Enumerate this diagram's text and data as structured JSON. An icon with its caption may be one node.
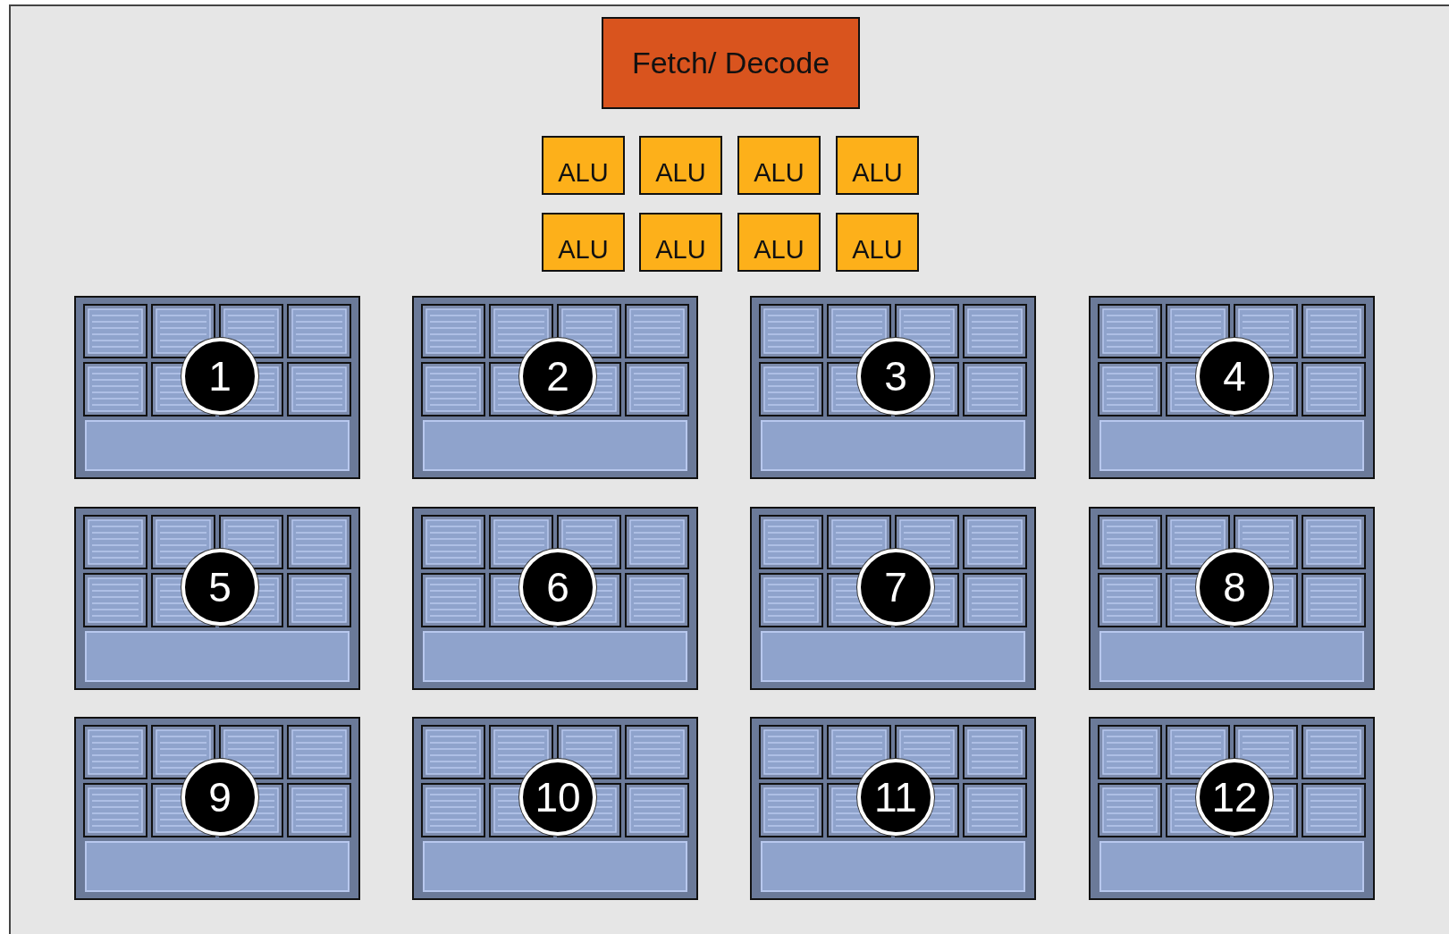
{
  "diagram": {
    "nodes": [
      {
        "text": [
          "Fetch/ Decode"
        ]
      },
      {
        "text": [
          "ALU"
        ]
      },
      {
        "text": [
          "ALU"
        ]
      },
      {
        "text": [
          "ALU"
        ]
      },
      {
        "text": [
          "ALU"
        ]
      },
      {
        "text": [
          "ALU"
        ]
      },
      {
        "text": [
          "ALU"
        ]
      },
      {
        "text": [
          "ALU"
        ]
      },
      {
        "text": [
          "ALU"
        ]
      },
      {
        "text": [],
        "shape": "box"
      },
      {
        "text": [
          "1"
        ],
        "in": 9
      },
      {
        "text": [],
        "shape": "box"
      },
      {
        "text": [
          "2"
        ],
        "in": 11
      },
      {
        "text": [],
        "shape": "box"
      },
      {
        "text": [
          "3"
        ],
        "in": 13
      },
      {
        "text": [],
        "shape": "box"
      },
      {
        "text": [
          "4"
        ],
        "in": 15
      },
      {
        "text": [],
        "shape": "box"
      },
      {
        "text": [
          "5"
        ],
        "in": 17
      },
      {
        "text": [],
        "shape": "box"
      },
      {
        "text": [
          "6"
        ],
        "in": 19
      },
      {
        "text": [],
        "shape": "box"
      },
      {
        "text": [
          "7"
        ],
        "in": 21
      },
      {
        "text": [],
        "shape": "box"
      },
      {
        "text": [
          "8"
        ],
        "in": 23
      },
      {
        "text": [],
        "shape": "box"
      },
      {
        "text": [
          "9"
        ],
        "in": 25
      },
      {
        "text": [],
        "shape": "box"
      },
      {
        "text": [
          "10"
        ],
        "in": 27
      },
      {
        "text": [],
        "shape": "box"
      },
      {
        "text": [
          "11"
        ],
        "in": 29
      },
      {
        "text": [],
        "shape": "box"
      },
      {
        "text": [
          "12"
        ],
        "in": 31
      }
    ]
  }
}
